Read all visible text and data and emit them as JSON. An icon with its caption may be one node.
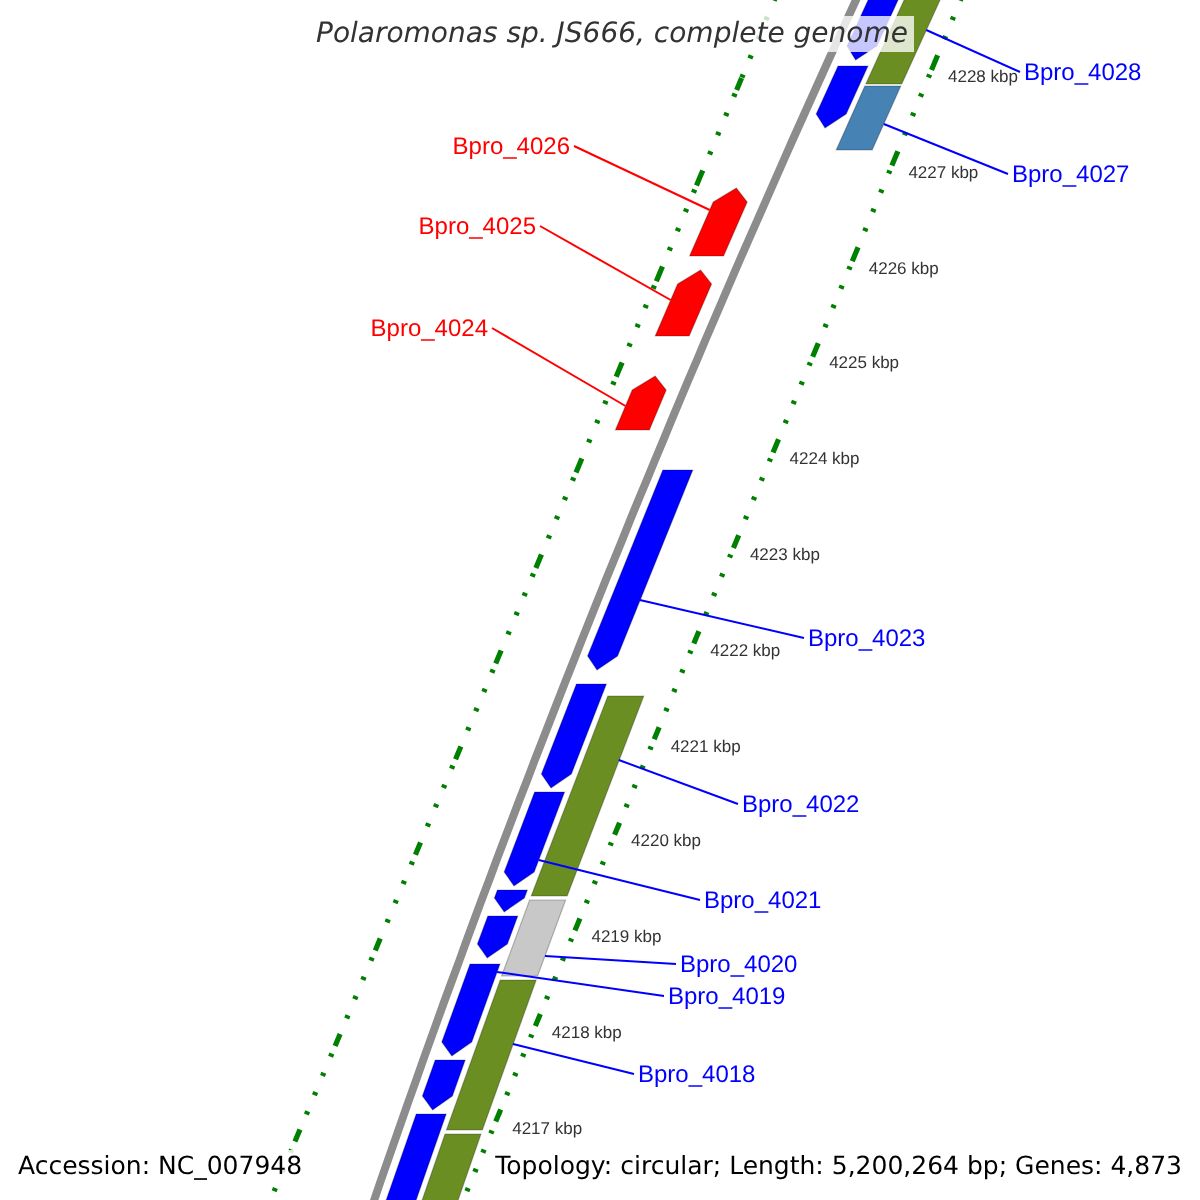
{
  "diagram": {
    "title": "Polaromonas sp. JS666, complete genome",
    "nodes": [
      {
        "text": [
          "Bpro_4028"
        ]
      },
      {
        "text": [],
        "shape": "bar"
      },
      {
        "text": [
          "Bpro_4027"
        ]
      },
      {
        "text": [],
        "shape": "bar"
      },
      {
        "text": [
          "Bpro_4026"
        ]
      },
      {
        "text": [],
        "shape": "bar"
      },
      {
        "text": [
          "Bpro_4025"
        ]
      },
      {
        "text": [],
        "shape": "bar"
      },
      {
        "text": [
          "Bpro_4024"
        ]
      },
      {
        "text": [],
        "shape": "bar"
      },
      {
        "text": [
          "Bpro_4023"
        ]
      },
      {
        "text": [],
        "shape": "bar"
      },
      {
        "text": [
          "Bpro_4022"
        ]
      },
      {
        "text": [],
        "shape": "bar"
      },
      {
        "text": [
          "Bpro_4021"
        ]
      },
      {
        "text": [],
        "shape": "bar"
      },
      {
        "text": [
          "Bpro_4020"
        ]
      },
      {
        "text": [],
        "shape": "bar"
      },
      {
        "text": [
          "Bpro_4019"
        ]
      },
      {
        "text": [],
        "shape": "bar"
      },
      {
        "text": [
          "Bpro_4018"
        ]
      },
      {
        "text": [],
        "shape": "bar"
      }
    ],
    "edges": [
      {
        "from": 0,
        "to": 1,
        "arrow": "none"
      },
      {
        "from": 2,
        "to": 3,
        "arrow": "none"
      },
      {
        "from": 4,
        "to": 5,
        "arrow": "none",
        "color": "#ff0000"
      },
      {
        "from": 6,
        "to": 7,
        "arrow": "none",
        "color": "#ff0000"
      },
      {
        "from": 8,
        "to": 9,
        "arrow": "none",
        "color": "#ff0000"
      },
      {
        "from": 10,
        "to": 11,
        "arrow": "none"
      },
      {
        "from": 12,
        "to": 13,
        "arrow": "none"
      },
      {
        "from": 14,
        "to": 15,
        "arrow": "none"
      },
      {
        "from": 16,
        "to": 17,
        "arrow": "none"
      },
      {
        "from": 18,
        "to": 19,
        "arrow": "none"
      },
      {
        "from": 20,
        "to": 21,
        "arrow": "none"
      }
    ],
    "labels": [
      "4228 kbp",
      "4227 kbp",
      "4226 kbp",
      "4225 kbp",
      "4224 kbp",
      "4223 kbp",
      "4222 kbp",
      "4221 kbp",
      "4220 kbp",
      "4219 kbp",
      "4218 kbp",
      "4217 kbp",
      "Accession: NC_007948",
      "Topology: circular; Length: 5,200,264 bp; Genes: 4,873"
    ]
  }
}
